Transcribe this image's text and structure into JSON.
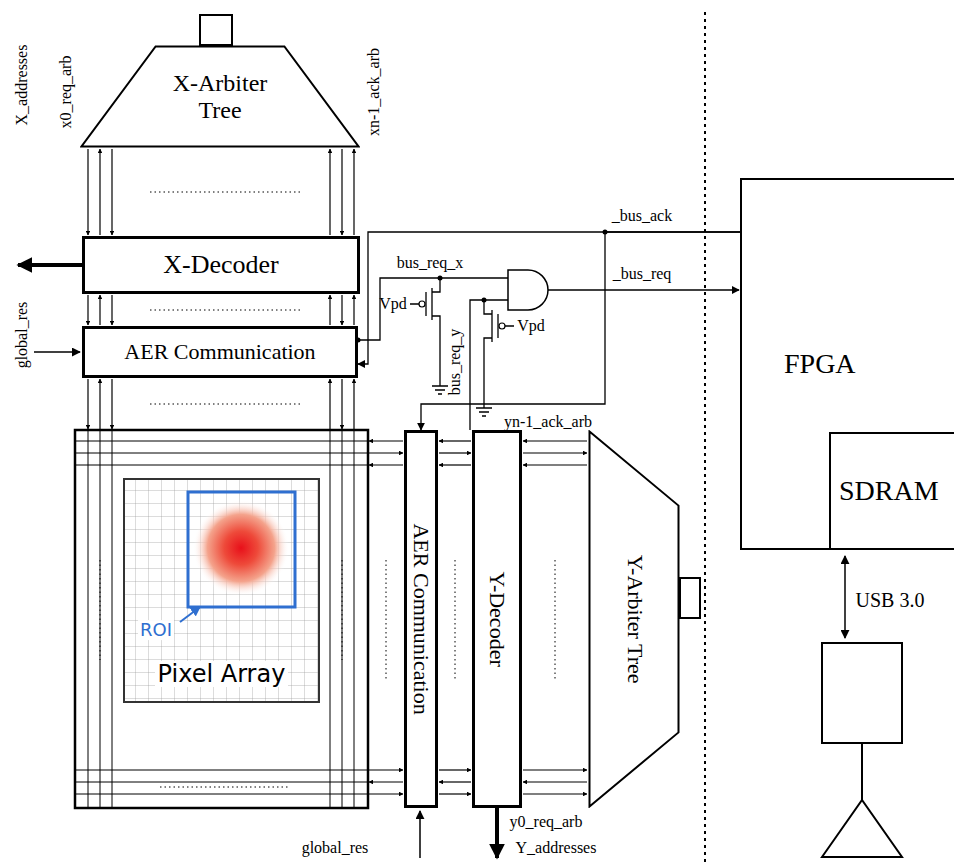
{
  "diagram": {
    "nodes": [
      {
        "text": [
          "X-Arbiter Tree"
        ]
      },
      {
        "text": [
          "X-Decoder"
        ]
      },
      {
        "text": [
          "AER Communication"
        ]
      },
      {
        "text": [
          "Pixel Array"
        ]
      },
      {
        "text": [
          "AER Communication"
        ]
      },
      {
        "text": [
          "Y-Decoder"
        ]
      },
      {
        "text": [
          "Y-Arbiter Tree"
        ]
      },
      {
        "text": [
          "FPGA"
        ]
      },
      {
        "text": [
          "SDRAM"
        ],
        "in": 7
      }
    ],
    "edges": [
      {
        "from": 7,
        "to": 2,
        "arrow": "to",
        "label": "_bus_ack"
      },
      {
        "from": 7,
        "to": 4,
        "arrow": "to"
      }
    ],
    "labels": [
      "X_addresses",
      "x0_req_arb",
      "xn-1_ack_arb",
      "global_res",
      "bus_req_x",
      "Vpd",
      "bus_req_y",
      "Vpd",
      "_bus_req",
      "yn-1_ack_arb",
      "y0_req_arb",
      "global_res",
      "Y_addresses",
      "ROI",
      "USB 3.0"
    ]
  }
}
